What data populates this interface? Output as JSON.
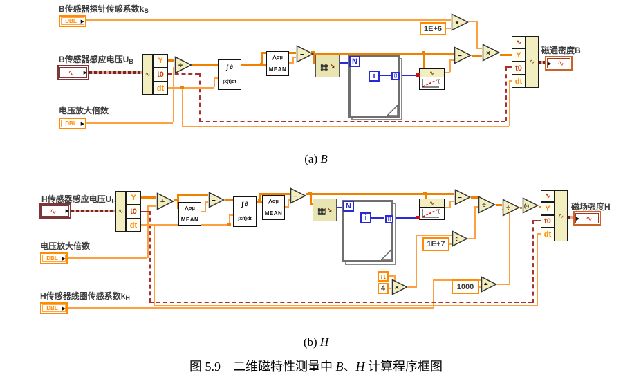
{
  "captions": {
    "a_prefix": "(a) ",
    "a_var": "B",
    "b_prefix": "(b) ",
    "b_var": "H",
    "fig_label": "图 5.9",
    "main_pre": "二维磁特性测量中",
    "main_b": "B",
    "main_sep": "、",
    "main_h": "H",
    "main_post": "计算程序框图"
  },
  "glyphs": {
    "dbl": "DBL",
    "wave": "∿",
    "y": "Y",
    "t0": "t0",
    "dt": "dt",
    "divide": "÷",
    "multiply": "×",
    "subtract": "−",
    "negate": "(-)",
    "mean_icon": "⋀σμ",
    "mean": "MEAN",
    "integral_icon": "∫ ∂",
    "integral_formula": "∫x(t)dt",
    "loop_count": "N",
    "loop_index": "i",
    "grid": "▦",
    "grid_arrow": "↘",
    "tunnel": "[]",
    "arrow": "▶"
  },
  "diagram_a": {
    "labels": {
      "coeff": {
        "text": "B传感器探针传感系数k",
        "sub": "B"
      },
      "voltage": {
        "text": "B传感器感应电压U",
        "sub": "B"
      },
      "gain": "电压放大倍数",
      "output": "磁通密度B"
    },
    "constants": {
      "scale": "1E+6"
    }
  },
  "diagram_b": {
    "labels": {
      "voltage": {
        "text": "H传感器感应电压U",
        "sub": "H"
      },
      "gain": "电压放大倍数",
      "coeff": {
        "text": "H传感器线圈传感系数k",
        "sub": "H"
      },
      "output": "磁场强度H"
    },
    "constants": {
      "scale": "1E+7",
      "thousand": "1000",
      "pi": "π",
      "four": "4"
    }
  }
}
